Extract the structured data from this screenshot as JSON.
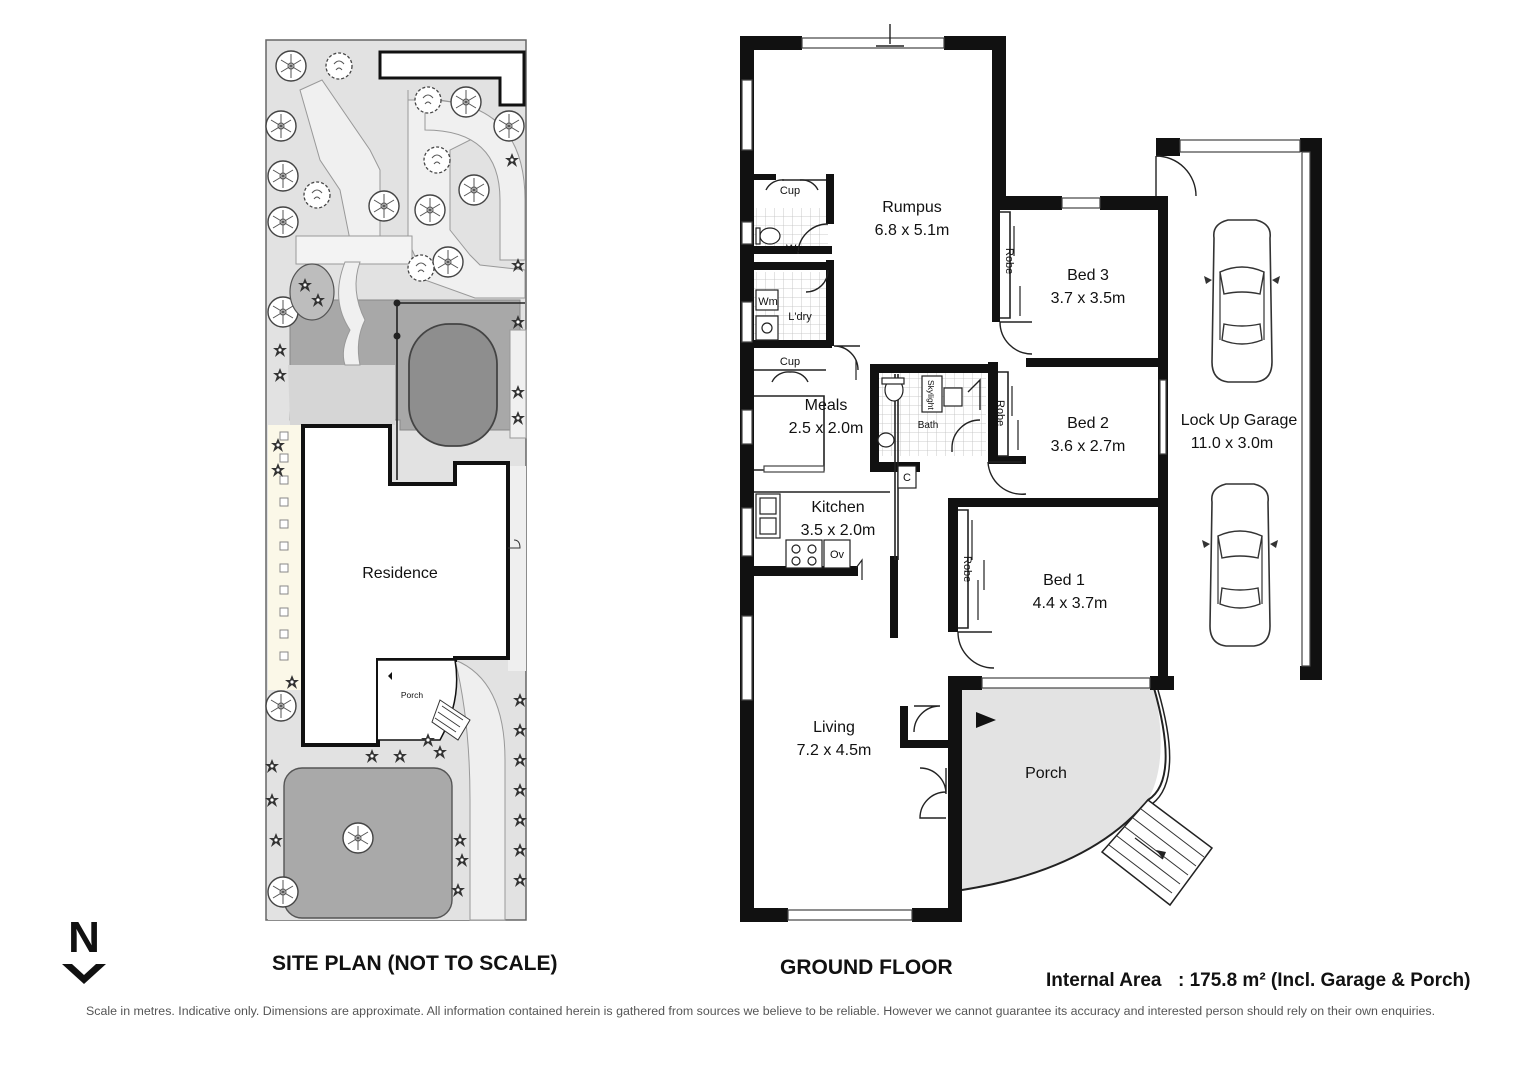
{
  "site_plan": {
    "title": "SITE PLAN (NOT TO SCALE)",
    "residence_label": "Residence",
    "porch_label": "Porch"
  },
  "ground_floor": {
    "title": "GROUND FLOOR",
    "rooms": {
      "rumpus": {
        "name": "Rumpus",
        "dims": "6.8 x 5.1m"
      },
      "bed3": {
        "name": "Bed 3",
        "dims": "3.7 x 3.5m"
      },
      "bed2": {
        "name": "Bed 2",
        "dims": "3.6 x 2.7m"
      },
      "bed1": {
        "name": "Bed 1",
        "dims": "4.4 x 3.7m"
      },
      "meals": {
        "name": "Meals",
        "dims": "2.5 x 2.0m"
      },
      "kitchen": {
        "name": "Kitchen",
        "dims": "3.5 x 2.0m"
      },
      "living": {
        "name": "Living",
        "dims": "7.2 x 4.5m"
      },
      "garage": {
        "name": "Lock Up Garage",
        "dims": "11.0 x 3.0m"
      },
      "porch": {
        "name": "Porch"
      }
    },
    "small_labels": {
      "cup": "Cup",
      "wc": "Wc",
      "wm": "Wm",
      "laundry": "L'dry",
      "bath": "Bath",
      "skylight": "Skylight",
      "robe": "Robe",
      "oven": "Ov",
      "cupboard": "C"
    }
  },
  "compass": {
    "letter": "N"
  },
  "area": {
    "label": "Internal Area",
    "value": ": 175.8 m² (Incl. Garage & Porch)"
  },
  "disclaimer": "Scale in metres. Indicative only. Dimensions are approximate. All information contained herein is gathered from sources we believe to be reliable. However we cannot guarantee its accuracy and interested person should rely on their own enquiries."
}
